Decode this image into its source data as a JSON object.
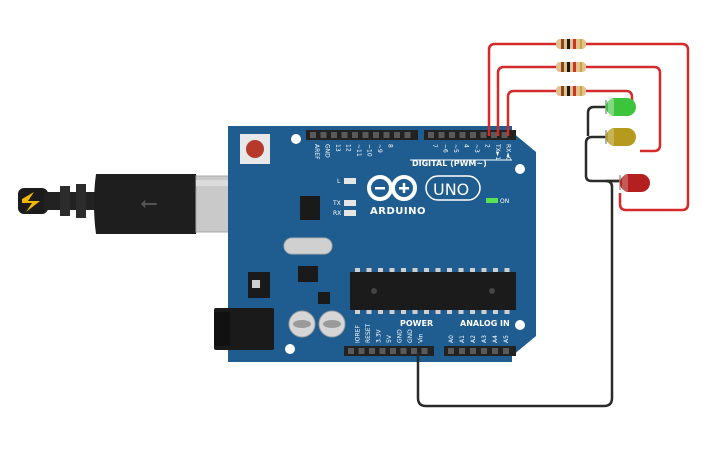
{
  "board": {
    "brand": "ARDUINO",
    "model": "UNO",
    "on_label": "ON",
    "digital_header": "DIGITAL (PWM~)",
    "power_header": "POWER",
    "analog_header": "ANALOG IN",
    "led_l": "L",
    "led_tx": "TX",
    "led_rx": "RX",
    "digital_pins": [
      "AREF",
      "GND",
      "13",
      "12",
      "~11",
      "~10",
      "~9",
      "8",
      "7",
      "~6",
      "~5",
      "4",
      "~3",
      "2",
      "TX►1",
      "RX◄0"
    ],
    "power_pins": [
      "IOREF",
      "RESET",
      "3.3V",
      "5V",
      "GND",
      "GND",
      "Vin"
    ],
    "analog_pins": [
      "A0",
      "A1",
      "A2",
      "A3",
      "A4",
      "A5"
    ]
  },
  "components": {
    "leds": [
      {
        "name": "green",
        "color": "#3cc43c"
      },
      {
        "name": "yellow",
        "color": "#b59a1e"
      },
      {
        "name": "red",
        "color": "#b42020"
      }
    ],
    "wire_colors": {
      "signal": "#d42a2a",
      "ground": "#2a2a2a"
    },
    "board_color": "#1f5c8f"
  }
}
